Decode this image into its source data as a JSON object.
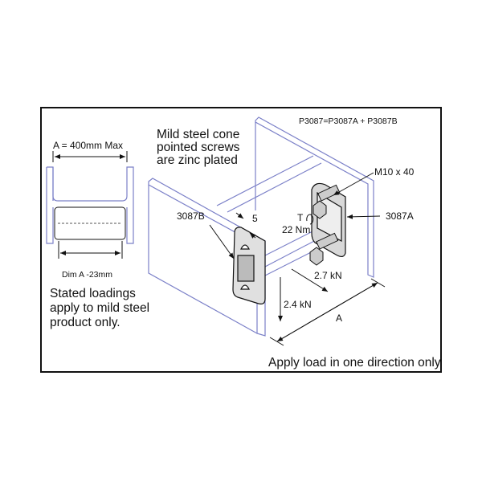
{
  "title": "P3087=P3087A + P3087B",
  "notes": {
    "screws_line1": "Mild steel cone",
    "screws_line2": "pointed screws",
    "screws_line3": "are zinc plated",
    "loadings_line1": "Stated loadings",
    "loadings_line2": "apply to mild steel",
    "loadings_line3": "product only.",
    "direction": "Apply load in one direction only"
  },
  "labels": {
    "a_max": "A = 400mm Max",
    "dim_a": "Dim A -23mm",
    "part_b": "3087B",
    "part_a": "3087A",
    "bolt": "M10 x 40",
    "gap": "5",
    "torque_symbol": "T",
    "torque": "22 Nm",
    "load_horizontal": "2.7 kN",
    "load_vertical": "2.4 kN",
    "dim_a_main": "A"
  },
  "colors": {
    "outline": "#7b80c8",
    "ink": "#111111",
    "part_fill": "#d8d8d8"
  }
}
